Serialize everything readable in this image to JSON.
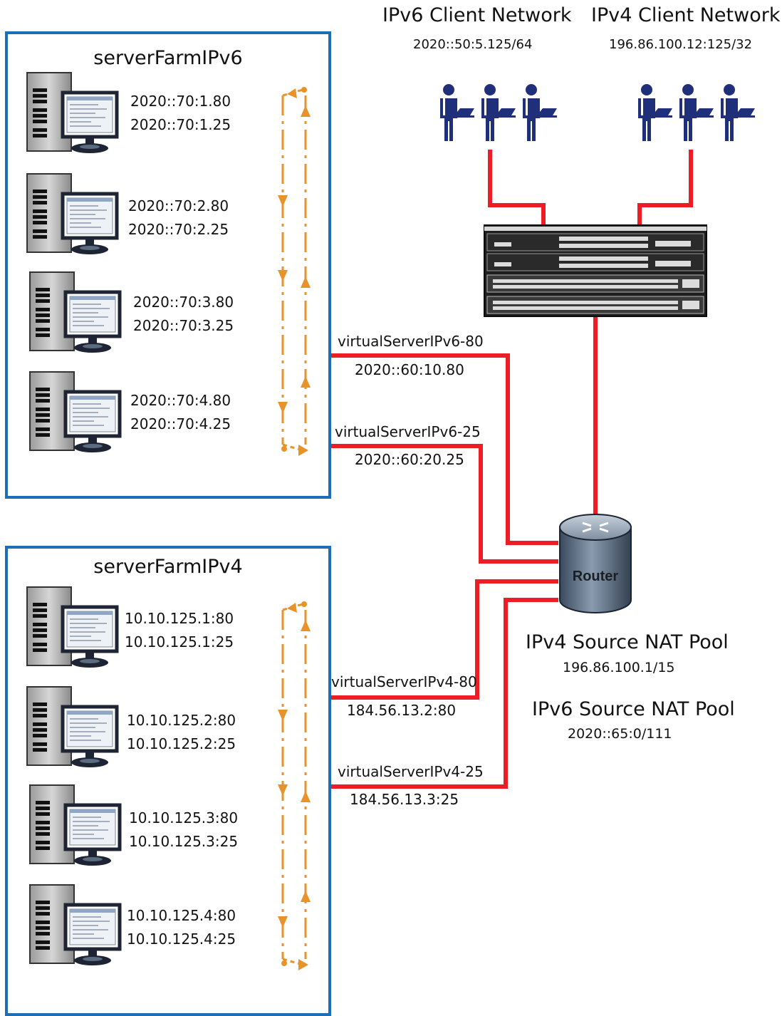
{
  "clients": {
    "ipv6": {
      "title": "IPv6 Client Network",
      "subnet": "2020::50:5.125/64"
    },
    "ipv4": {
      "title": "IPv4 Client Network",
      "subnet": "196.86.100.12:125/32"
    }
  },
  "farms": {
    "ipv6": {
      "title": "serverFarmIPv6",
      "servers": [
        {
          "line1": "2020::70:1.80",
          "line2": "2020::70:1.25"
        },
        {
          "line1": "2020::70:2.80",
          "line2": "2020::70:2.25"
        },
        {
          "line1": "2020::70:3.80",
          "line2": "2020::70:3.25"
        },
        {
          "line1": "2020::70:4.80",
          "line2": "2020::70:4.25"
        }
      ]
    },
    "ipv4": {
      "title": "serverFarmIPv4",
      "servers": [
        {
          "line1": "10.10.125.1:80",
          "line2": "10.10.125.1:25"
        },
        {
          "line1": "10.10.125.2:80",
          "line2": "10.10.125.2:25"
        },
        {
          "line1": "10.10.125.3:80",
          "line2": "10.10.125.3:25"
        },
        {
          "line1": "10.10.125.4:80",
          "line2": "10.10.125.4:25"
        }
      ]
    }
  },
  "virtual_servers": [
    {
      "name": "virtualServerIPv6-80",
      "ip": "2020::60:10.80"
    },
    {
      "name": "virtualServerIPv6-25",
      "ip": "2020::60:20.25"
    },
    {
      "name": "virtualServerIPv4-80",
      "ip": "184.56.13.2:80"
    },
    {
      "name": "virtualServerIPv4-25",
      "ip": "184.56.13.3:25"
    }
  ],
  "router": {
    "label": "Router"
  },
  "nat_pools": {
    "ipv4": {
      "title": "IPv4 Source NAT Pool",
      "range": "196.86.100.1/15"
    },
    "ipv6": {
      "title": "IPv6 Source NAT Pool",
      "range": "2020::65:0/111"
    }
  },
  "colors": {
    "link": "#ee1c24",
    "farm_border": "#1c6fb6",
    "arrows": "#e8922a",
    "client_icon": "#1f2f7a"
  }
}
